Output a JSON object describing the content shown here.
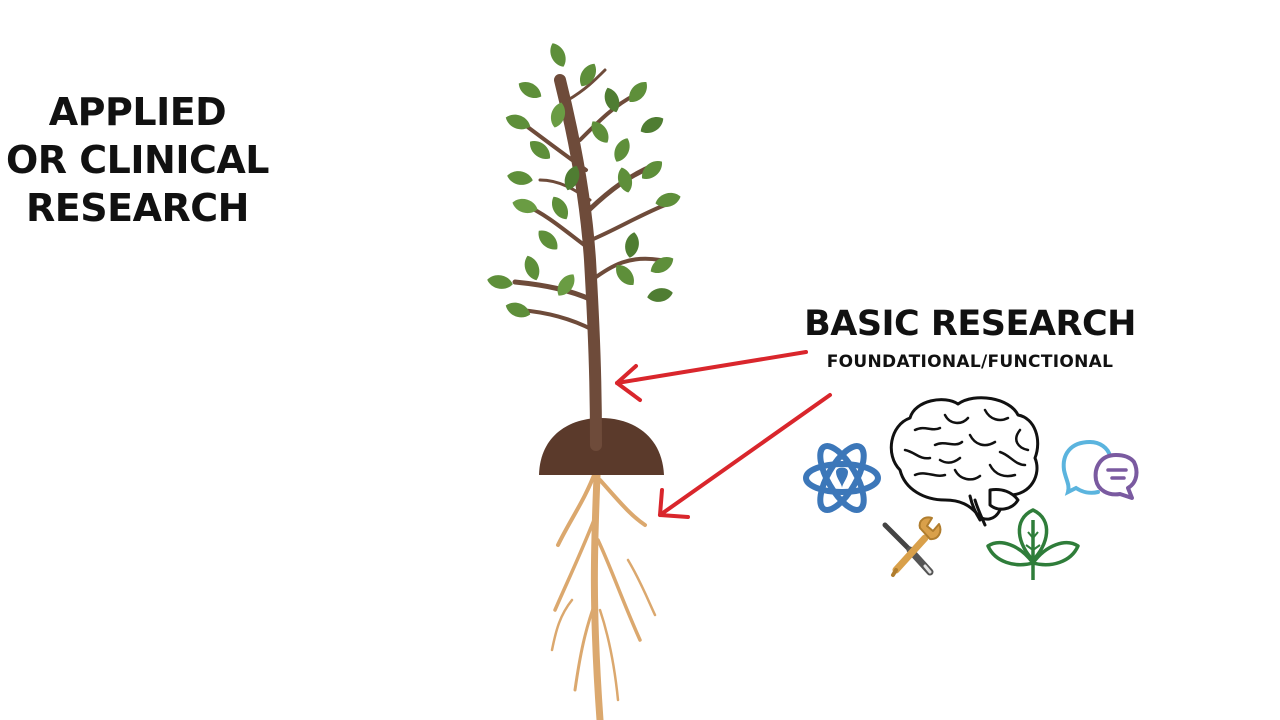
{
  "applied_research": {
    "line1": "APPLIED",
    "line2": "OR CLINICAL",
    "line3": "RESEARCH"
  },
  "basic_research": {
    "title": "BASIC RESEARCH",
    "subtitle": "FOUNDATIONAL/FUNCTIONAL"
  },
  "icons": [
    "tree-icon",
    "atom-icon",
    "brain-icon",
    "chat-bubbles-icon",
    "tools-icon",
    "plant-leaves-icon"
  ],
  "colors": {
    "arrow": "#d9262c",
    "leaf": "#5f8f3a",
    "trunk": "#6b4a38",
    "soil": "#5e3b2b",
    "roots": "#d9a46a",
    "atom": "#3b76b8",
    "chat_blue": "#5ab3dd",
    "chat_purple": "#7a5aa0",
    "plant": "#2f7d3a"
  }
}
